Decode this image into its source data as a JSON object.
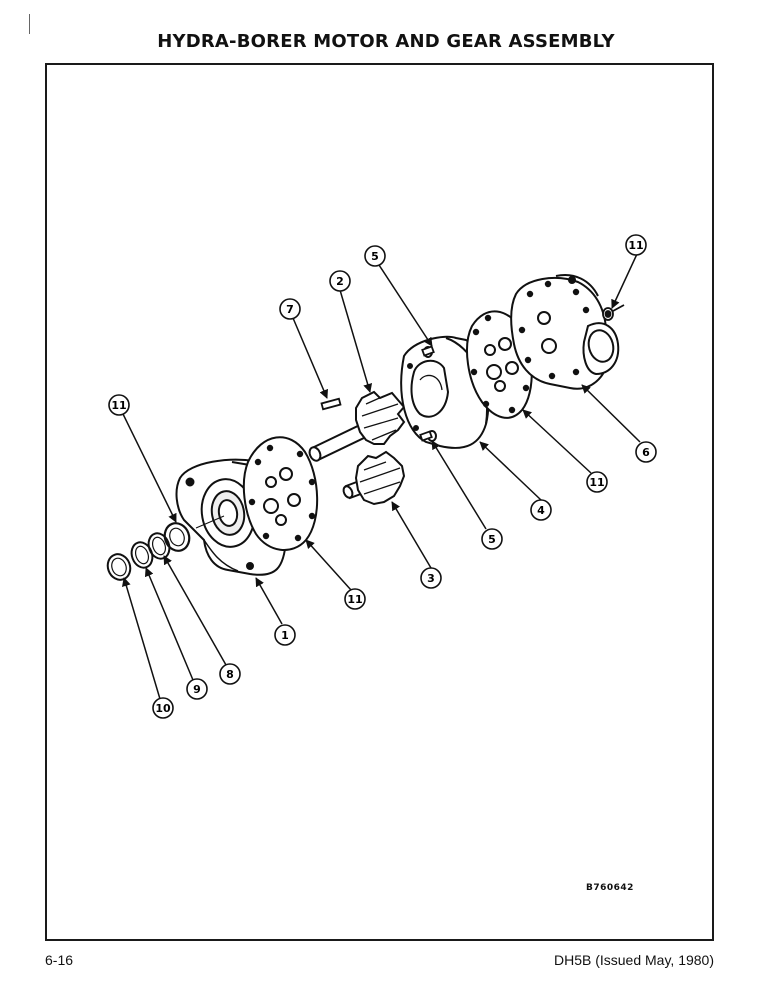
{
  "title": "HYDRA-BORER MOTOR AND GEAR ASSEMBLY",
  "figure_code": "B760642",
  "footer": {
    "page_number": "6-16",
    "document": "DH5B (Issued May, 1980)"
  },
  "callouts": [
    "1",
    "2",
    "3",
    "4",
    "5",
    "5",
    "6",
    "7",
    "8",
    "9",
    "10",
    "11",
    "11",
    "11",
    "11"
  ]
}
